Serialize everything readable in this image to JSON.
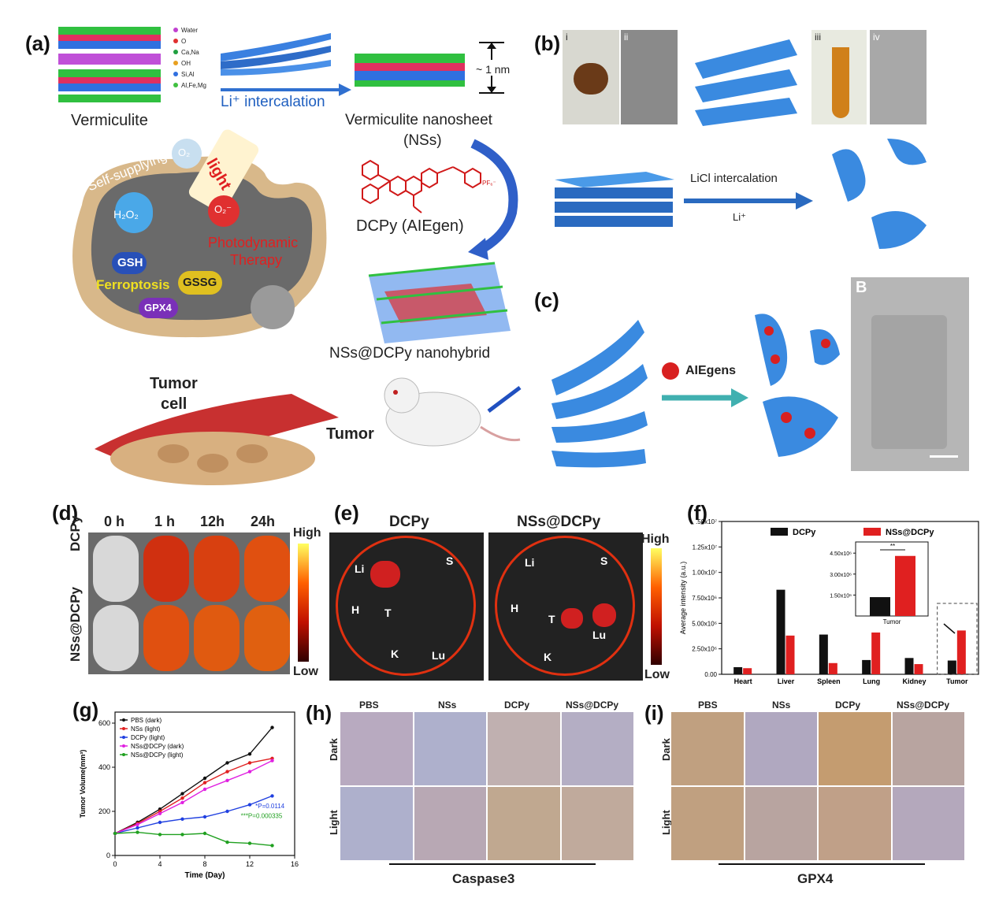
{
  "panels": {
    "a": {
      "label": "(a)",
      "legend": [
        "Water",
        "O",
        "Ca,Na",
        "OH",
        "Si,Al",
        "Al,Fe,Mg"
      ],
      "legend_colors": [
        "#c040d0",
        "#e03030",
        "#20a040",
        "#e8a020",
        "#3070e0",
        "#40c040"
      ],
      "vermiculite": "Vermiculite",
      "li_intercalation": "Li⁺ intercalation",
      "thickness": "~ 1 nm",
      "nanosheet_line1": "Vermiculite nanosheet",
      "nanosheet_line2": "(NSs)",
      "dcpy": "DCPy (AIEgen)",
      "pf6": "PF₆⁻",
      "self_supplying": "Self-supplying",
      "o2": "O₂",
      "light": "light",
      "h2o2": "H₂O₂",
      "o2_radical": "O₂⁻",
      "photodynamic_line1": "Photodynamic",
      "photodynamic_line2": "Therapy",
      "gsh": "GSH",
      "ferroptosis": "Ferroptosis",
      "gssg": "GSSG",
      "gpx4": "GPX4",
      "tumor_cell_line1": "Tumor",
      "tumor_cell_line2": "cell",
      "nanohybrid": "NSs@DCPy  nanohybrid",
      "tumor": "Tumor"
    },
    "b": {
      "label": "(b)",
      "sub": [
        "i",
        "ii",
        "iii",
        "iv"
      ],
      "licl": "LiCl intercalation",
      "li": "Li⁺"
    },
    "c": {
      "label": "(c)",
      "aiegens": "AIEgens",
      "tem_label": "B"
    },
    "d": {
      "label": "(d)",
      "times": [
        "0 h",
        "1 h",
        "12h",
        "24h"
      ],
      "rows": [
        "DCPy",
        "NSs@DCPy"
      ],
      "high": "High",
      "low": "Low"
    },
    "e": {
      "label": "(e)",
      "titles": [
        "DCPy",
        "NSs@DCPy"
      ],
      "organs": [
        "Li",
        "S",
        "H",
        "T",
        "K",
        "Lu"
      ],
      "high": "High",
      "low": "Low"
    },
    "f": {
      "label": "(f)"
    },
    "g": {
      "label": "(g)"
    },
    "h": {
      "label": "(h)",
      "cols": [
        "PBS",
        "NSs",
        "DCPy",
        "NSs@DCPy"
      ],
      "rows": [
        "Dark",
        "Light"
      ],
      "caption": "Caspase3"
    },
    "i": {
      "label": "(i)",
      "cols": [
        "PBS",
        "NSs",
        "DCPy",
        "NSs@DCPy"
      ],
      "rows": [
        "Dark",
        "Light"
      ],
      "caption": "GPX4"
    }
  },
  "chart_data": [
    {
      "panel": "f",
      "type": "bar",
      "ylabel": "Average intensity (a.u.)",
      "categories": [
        "Heart",
        "Liver",
        "Spleen",
        "Lung",
        "Kidney",
        "Tumor"
      ],
      "yticks": [
        "0.00",
        "2.50x10⁶",
        "5.00x10⁶",
        "7.50x10⁶",
        "1.00x10⁷",
        "1.25x10⁷",
        ".50x10⁷"
      ],
      "ylim": [
        0,
        15000000
      ],
      "legend_placement": "top",
      "series": [
        {
          "name": "DCPy",
          "color": "#111111",
          "values": [
            700000,
            8300000,
            3900000,
            1400000,
            1600000,
            1350000
          ]
        },
        {
          "name": "NSs@DCPy",
          "color": "#e02020",
          "values": [
            600000,
            3800000,
            1100000,
            4100000,
            1000000,
            4300000
          ]
        }
      ],
      "inset": {
        "category": "Tumor",
        "yticks": [
          "1.50x10⁶",
          "3.00x10⁶",
          "4.50x10⁶"
        ],
        "ylim": [
          0,
          5300000
        ],
        "values": [
          1350000,
          4300000
        ],
        "significance": "**"
      }
    },
    {
      "panel": "g",
      "type": "line",
      "xlabel": "Time (Day)",
      "ylabel": "Tumor Volume(mm³)",
      "xlim": [
        0,
        16
      ],
      "ylim": [
        0,
        650
      ],
      "xticks": [
        0,
        4,
        8,
        12,
        16
      ],
      "yticks": [
        0,
        200,
        400,
        600
      ],
      "legend_placement": "top-left",
      "x": [
        0,
        2,
        4,
        6,
        8,
        10,
        12,
        14
      ],
      "series": [
        {
          "name": "PBS (dark)",
          "color": "#111111",
          "values": [
            100,
            150,
            210,
            280,
            350,
            420,
            460,
            580
          ]
        },
        {
          "name": "NSs (light)",
          "color": "#e02020",
          "values": [
            100,
            145,
            200,
            260,
            330,
            380,
            420,
            440
          ]
        },
        {
          "name": "DCPy (light)",
          "color": "#2040e0",
          "values": [
            100,
            125,
            150,
            165,
            175,
            200,
            230,
            270
          ]
        },
        {
          "name": "NSs@DCPy (dark)",
          "color": "#e020e0",
          "values": [
            100,
            140,
            190,
            240,
            300,
            340,
            380,
            430
          ]
        },
        {
          "name": "NSs@DCPy (light)",
          "color": "#20a020",
          "values": [
            100,
            105,
            95,
            95,
            100,
            60,
            55,
            45
          ]
        }
      ],
      "annotations": [
        "*P=0.0114",
        "***P=0.000335"
      ]
    }
  ]
}
